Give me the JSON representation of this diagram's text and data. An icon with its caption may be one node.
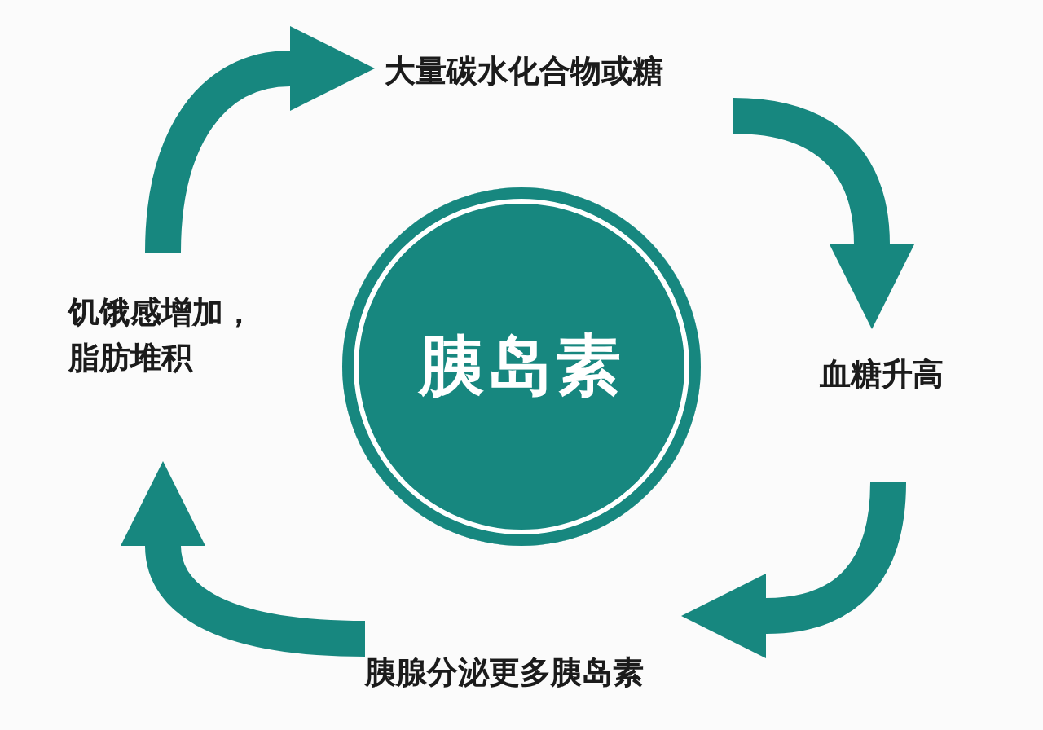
{
  "diagram": {
    "nodes": [
      {
        "text": [
          "胰岛素"
        ]
      },
      {
        "text": [
          "大量碳水化合物或糖"
        ]
      },
      {
        "text": [
          "血糖升高"
        ]
      },
      {
        "text": [
          "胰腺分泌更多胰岛素"
        ]
      },
      {
        "text": [
          "饥饿感增加，脂肪堆积"
        ]
      }
    ],
    "edges": [
      {
        "from": 1,
        "to": 2,
        "arrow": "to"
      },
      {
        "from": 2,
        "to": 3,
        "arrow": "to"
      },
      {
        "from": 3,
        "to": 4,
        "arrow": "to"
      },
      {
        "from": 4,
        "to": 1,
        "arrow": "to"
      }
    ]
  }
}
